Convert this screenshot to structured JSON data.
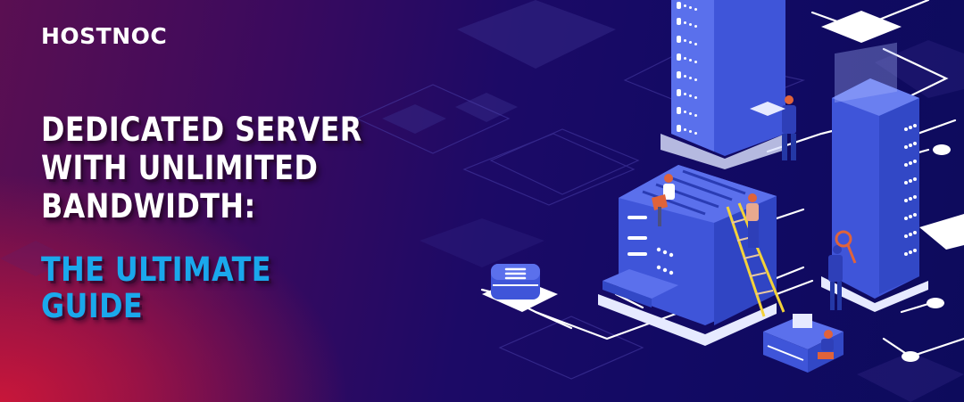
{
  "brand": {
    "logo_text": "HOSTNOC"
  },
  "headline": {
    "lines": [
      "DEDICATED SERVER",
      "WITH UNLIMITED",
      "BANDWIDTH:"
    ]
  },
  "subheadline": {
    "lines": [
      "THE ULTIMATE",
      "GUIDE"
    ]
  },
  "colors": {
    "headline": "#ffffff",
    "subheadline": "#1aa8ec",
    "background_left": "#c8163a",
    "background_right": "#0d0b5c",
    "server_blue": "#3f55d9",
    "accent_orange": "#e0633a",
    "ladder_yellow": "#f3d23a"
  },
  "illustration": {
    "description": "Isometric data center: tall server towers, rack server with people, ladder, technician with magnifier, desk with monitor, network lines and nodes"
  }
}
